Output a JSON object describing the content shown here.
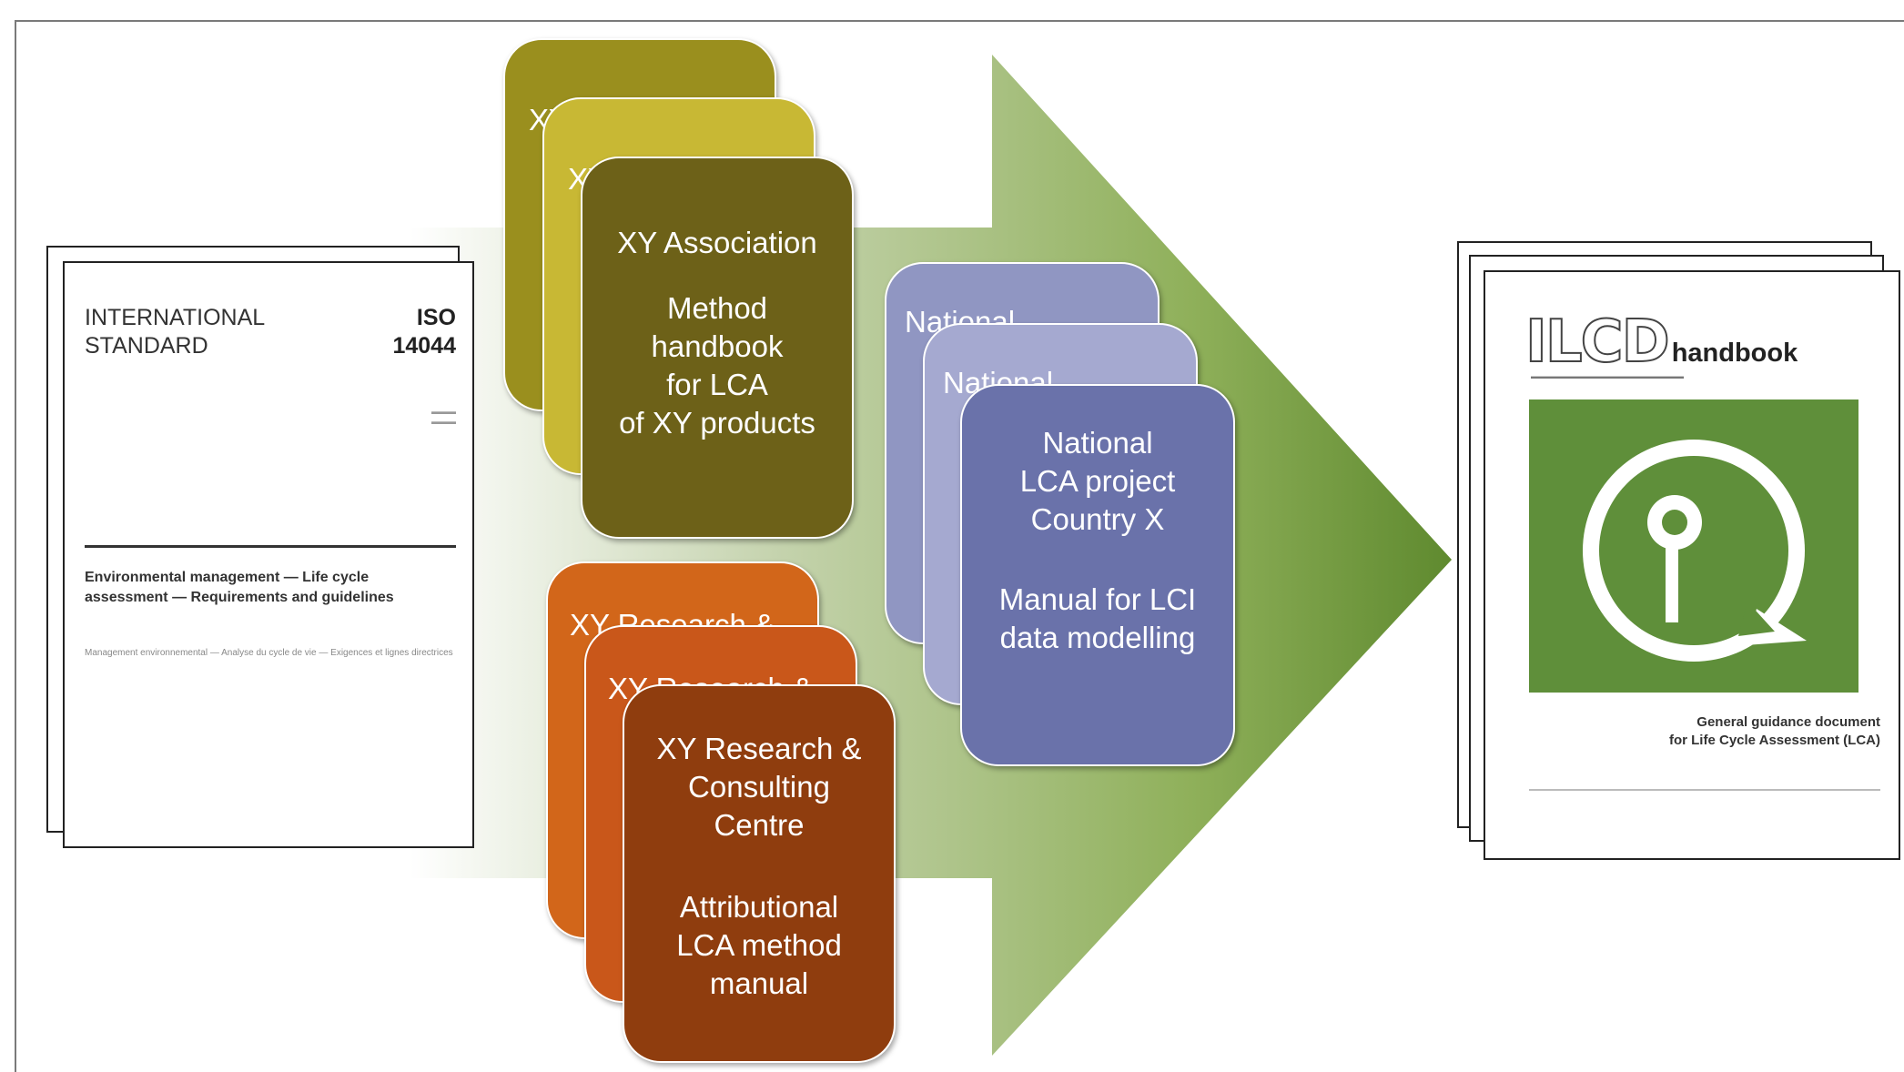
{
  "iso": {
    "header_left_line1": "INTERNATIONAL",
    "header_left_line2": "STANDARD",
    "code_line1": "ISO",
    "code_line2": "14044",
    "doc_title": "Environmental management — Life cycle assessment — Requirements and guidelines",
    "doc_subtitle": "Management environnemental — Analyse du cycle de vie — Exigences et lignes directrices"
  },
  "cards": {
    "association": {
      "org": "XY Association",
      "line1": "Method",
      "line2": "handbook",
      "line3": "for LCA",
      "line4": "of XY products",
      "stub": "XY"
    },
    "research": {
      "org_line1": "XY Research &",
      "org_line2": "Consulting",
      "org_line3": "Centre",
      "line1": "Attributional",
      "line2": "LCA method",
      "line3": "manual",
      "stub": "XY Research &"
    },
    "national": {
      "org_line1": "National",
      "org_line2": "LCA project",
      "org_line3": "Country X",
      "line1": "Manual for LCI",
      "line2": "data modelling",
      "stub": "National"
    }
  },
  "ilcd": {
    "logo_text": "ILCD",
    "logo_suffix": "handbook",
    "caption_line1": "General guidance document",
    "caption_line2": "for Life Cycle Assessment (LCA)"
  },
  "colors": {
    "arrow_green": "#6e9a3a",
    "olive": "#6d6118",
    "orange": "#8f3d0e",
    "blue": "#6a72aa"
  }
}
